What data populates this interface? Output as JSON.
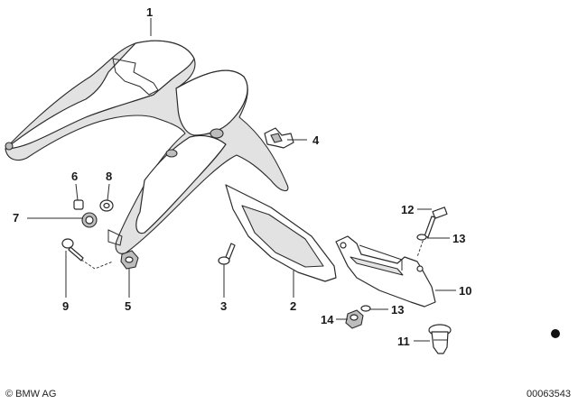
{
  "callouts": [
    "1",
    "2",
    "3",
    "4",
    "5",
    "6",
    "7",
    "8",
    "9",
    "10",
    "11",
    "12",
    "13",
    "13",
    "14"
  ],
  "footer": {
    "brand": "© BMW AG",
    "doc_number": "00063543"
  }
}
